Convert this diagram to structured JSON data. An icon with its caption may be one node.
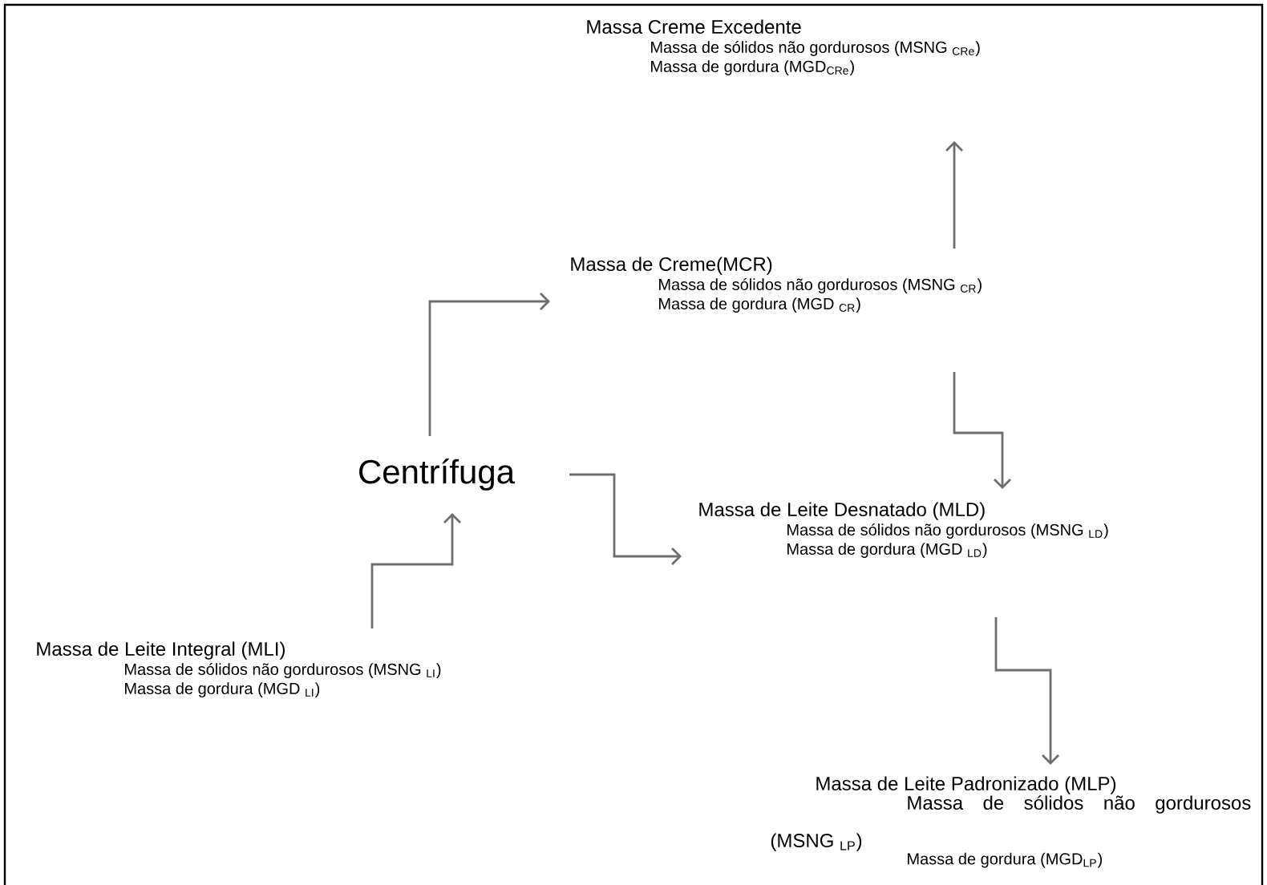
{
  "diagram": {
    "nodes": [
      {
        "text": [
          "Massa Creme Excedente",
          "Massa de sólidos não gordurosos (MSNG $_{CRe}$)",
          "Massa de gordura  (MGD$_{CRe}$)"
        ]
      },
      {
        "text": [
          "Massa de Creme(MCR)",
          "Massa de sólidos não gordurosos (MSNG $_{CR}$)",
          "Massa de gordura (MGD $_{CR}$)"
        ]
      },
      {
        "text": [
          "Centrífuga"
        ]
      },
      {
        "text": [
          "Massa de Leite Desnatado (MLD)",
          "Massa de sólidos não gordurosos (MSNG $_{LD}$)",
          "Massa de gordura (MGD $_{LD}$)"
        ]
      },
      {
        "text": [
          "Massa de Leite Integral (MLI)",
          "Massa de sólidos não gordurosos (MSNG $_{LI}$)",
          "Massa de gordura (MGD $_{LI}$)"
        ]
      },
      {
        "text": [
          "Massa de Leite Padronizado (MLP)",
          "Massa de sólidos não gordurosos (MSNG $_{LP}$)",
          "Massa de gordura (MGD$_{LP}$)"
        ]
      }
    ],
    "edges": [
      {
        "from": 4,
        "to": 2,
        "arrow": "to"
      },
      {
        "from": 2,
        "to": 1,
        "arrow": "to"
      },
      {
        "from": 2,
        "to": 3,
        "arrow": "to"
      },
      {
        "from": 1,
        "to": 0,
        "arrow": "to"
      },
      {
        "from": 1,
        "to": 3,
        "arrow": "to"
      },
      {
        "from": 3,
        "to": 5,
        "arrow": "to"
      }
    ]
  }
}
